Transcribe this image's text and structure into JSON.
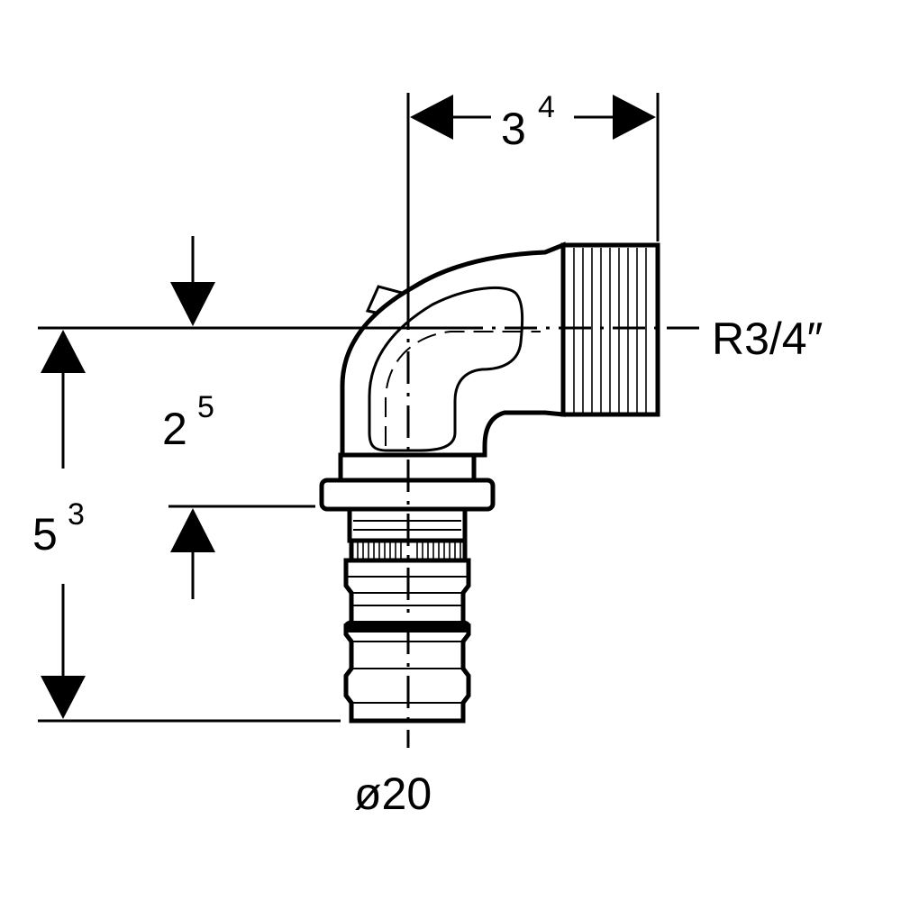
{
  "dimensions": {
    "width_top": {
      "base": "3",
      "sup": "4"
    },
    "drop_height": {
      "base": "2",
      "sup": "5"
    },
    "total_height": {
      "base": "5",
      "sup": "3"
    }
  },
  "labels": {
    "thread": "R3/4″",
    "diameter": "ø20"
  }
}
